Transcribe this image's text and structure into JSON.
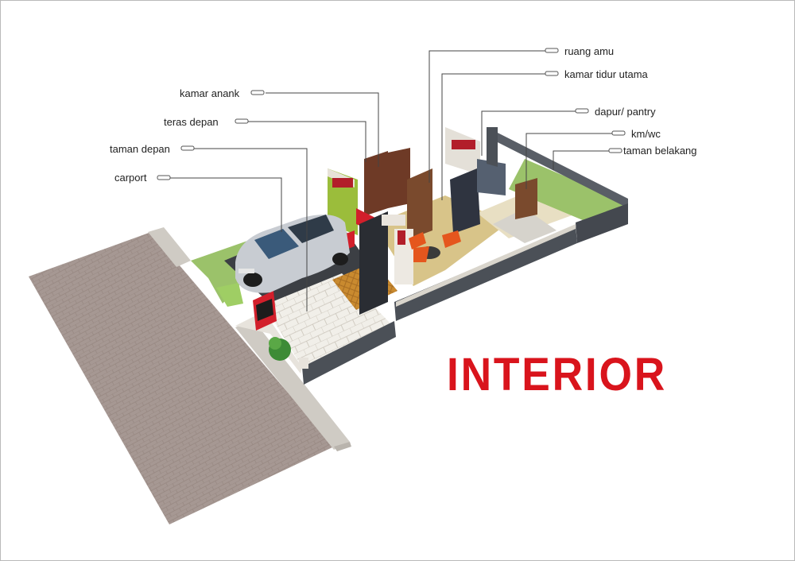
{
  "title": "INTERIOR",
  "colors": {
    "title": "#d9141c",
    "leader_line": "#444444",
    "paving": "#a39590",
    "wall": "#4b5057"
  },
  "labels": {
    "ruang_amu": "ruang amu",
    "kamar_tidur_utama": "kamar tidur utama",
    "kamar_anank": "kamar  anank",
    "dapur_pantry": "dapur/ pantry",
    "teras_depan": "teras depan",
    "km_wc": "km/wc",
    "taman_depan": "taman  depan",
    "taman_belakang": "taman belakang",
    "carport": "carport"
  }
}
